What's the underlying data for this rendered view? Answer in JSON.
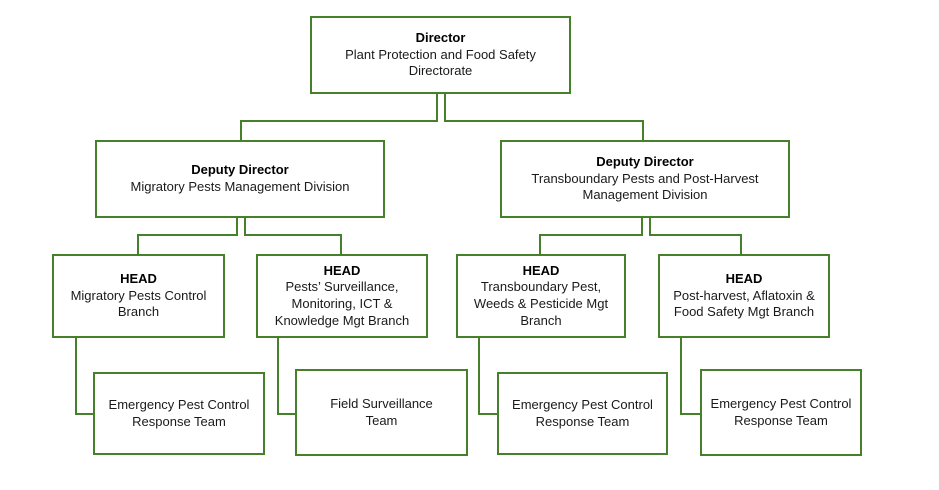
{
  "chart": {
    "type": "org-chart",
    "title": "Plant Protection and Food Safety Directorate organogram",
    "border_color": "#47802b",
    "background_color": "#ffffff",
    "levels": [
      {
        "level": 1,
        "nodes": [
          {
            "id": "director",
            "title": "Director",
            "subtitle": "Plant Protection and Food Safety Directorate"
          }
        ]
      },
      {
        "level": 2,
        "nodes": [
          {
            "id": "deputy-director-migratory",
            "title": "Deputy Director",
            "subtitle": "Migratory Pests Management Division"
          },
          {
            "id": "deputy-director-transboundary",
            "title": "Deputy Director",
            "subtitle": "Transboundary Pests and Post-Harvest Management Division"
          }
        ]
      },
      {
        "level": 3,
        "nodes": [
          {
            "id": "head-migratory-pests-control",
            "title": "HEAD",
            "subtitle": "Migratory Pests Control Branch"
          },
          {
            "id": "head-pests-surveillance",
            "title": "HEAD",
            "subtitle": "Pests’ Surveillance, Monitoring, ICT & Knowledge Mgt Branch"
          },
          {
            "id": "head-transboundary-pest",
            "title": "HEAD",
            "subtitle": "Transboundary Pest, Weeds & Pesticide Mgt Branch"
          },
          {
            "id": "head-post-harvest",
            "title": "HEAD",
            "subtitle": "Post-harvest, Aflatoxin & Food Safety Mgt Branch"
          }
        ]
      },
      {
        "level": 4,
        "nodes": [
          {
            "id": "team-emergency-pest-control-1",
            "title": "",
            "subtitle": "Emergency Pest Control Response Team"
          },
          {
            "id": "team-field-surveillance",
            "title": "",
            "subtitle": "Field Surveillance Team"
          },
          {
            "id": "team-emergency-pest-control-2",
            "title": "",
            "subtitle": "Emergency Pest Control Response Team"
          },
          {
            "id": "team-emergency-pest-control-3",
            "title": "",
            "subtitle": "Emergency Pest Control Response Team"
          }
        ]
      }
    ]
  },
  "nodes": {
    "director": {
      "title": "Director",
      "line1": "Plant Protection and Food Safety",
      "line2": "Directorate"
    },
    "deputy_left": {
      "title": "Deputy Director",
      "line1": "Migratory Pests Management Division"
    },
    "deputy_right": {
      "title": "Deputy Director",
      "line1": "Transboundary Pests and Post-Harvest",
      "line2": "Management Division"
    },
    "head1": {
      "title": "HEAD",
      "line1": "Migratory Pests Control",
      "line2": "Branch"
    },
    "head2": {
      "title": "HEAD",
      "line1": "Pests’ Surveillance,",
      "line2": "Monitoring, ICT &",
      "line3": "Knowledge Mgt Branch"
    },
    "head3": {
      "title": "HEAD",
      "line1": "Transboundary Pest,",
      "line2": "Weeds & Pesticide Mgt",
      "line3": "Branch"
    },
    "head4": {
      "title": "HEAD",
      "line1": "Post-harvest, Aflatoxin &",
      "line2": "Food Safety Mgt Branch"
    },
    "team1": {
      "line1": "Emergency Pest Control",
      "line2": "Response Team"
    },
    "team2": {
      "line1": "Field Surveillance",
      "line2": "Team"
    },
    "team3": {
      "line1": "Emergency Pest Control",
      "line2": "Response Team"
    },
    "team4": {
      "line1": "Emergency Pest Control",
      "line2": "Response Team"
    }
  }
}
